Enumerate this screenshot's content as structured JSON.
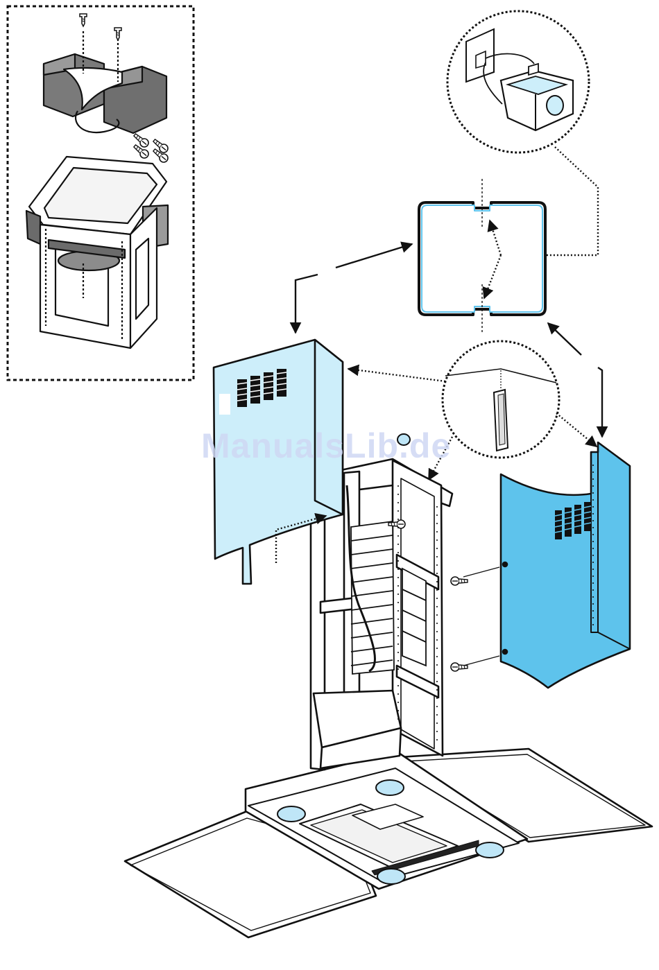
{
  "watermark": "ManualsLib.de",
  "colors": {
    "line": "#111111",
    "panel_light": "#cdeefa",
    "panel_blue": "#5ec3ec",
    "screw_pad": "#bfe6f7",
    "blower_dark": "#6b6b6b",
    "background": "#ffffff"
  },
  "icons": {
    "detail_inset": "dashed-box-detail",
    "connector_callout": "magnified-connector-circle",
    "slot_callout": "magnified-slot-circle",
    "screw": "screw-icon"
  }
}
